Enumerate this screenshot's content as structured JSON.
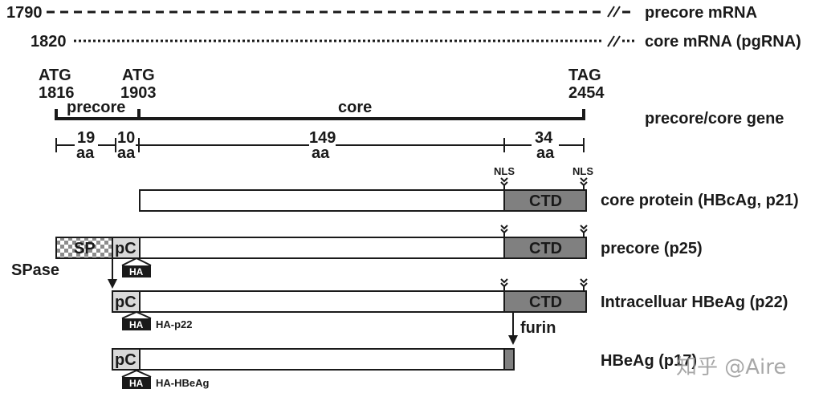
{
  "mrna": {
    "precore_start": "1790",
    "precore_label": "precore mRNA",
    "core_start": "1820",
    "core_label": "core mRNA (pgRNA)"
  },
  "gene": {
    "atg1_label": "ATG",
    "atg1_pos": "1816",
    "atg2_label": "ATG",
    "atg2_pos": "1903",
    "tag_label": "TAG",
    "tag_pos": "2454",
    "precore_seg": "precore",
    "core_seg": "core",
    "gene_label": "precore/core gene"
  },
  "aa": {
    "seg1_num": "19",
    "seg2_num": "10",
    "seg3_num": "149",
    "seg4_num": "34",
    "unit": "aa"
  },
  "nls_label": "NLS",
  "proteins": {
    "core": "core protein (HBcAg, p21)",
    "precore": "precore (p25)",
    "intracellular": "Intracelluar HBeAg (p22)",
    "hbeag": "HBeAg (p17)"
  },
  "domains": {
    "ctd": "CTD",
    "sp": "SP",
    "pc": "pC",
    "ha": "HA"
  },
  "annotations": {
    "spase": "SPase",
    "furin": "furin",
    "ha_p22": "HA-p22",
    "ha_hbeag": "HA-HBeAg"
  },
  "watermark": "知乎 @Aire"
}
